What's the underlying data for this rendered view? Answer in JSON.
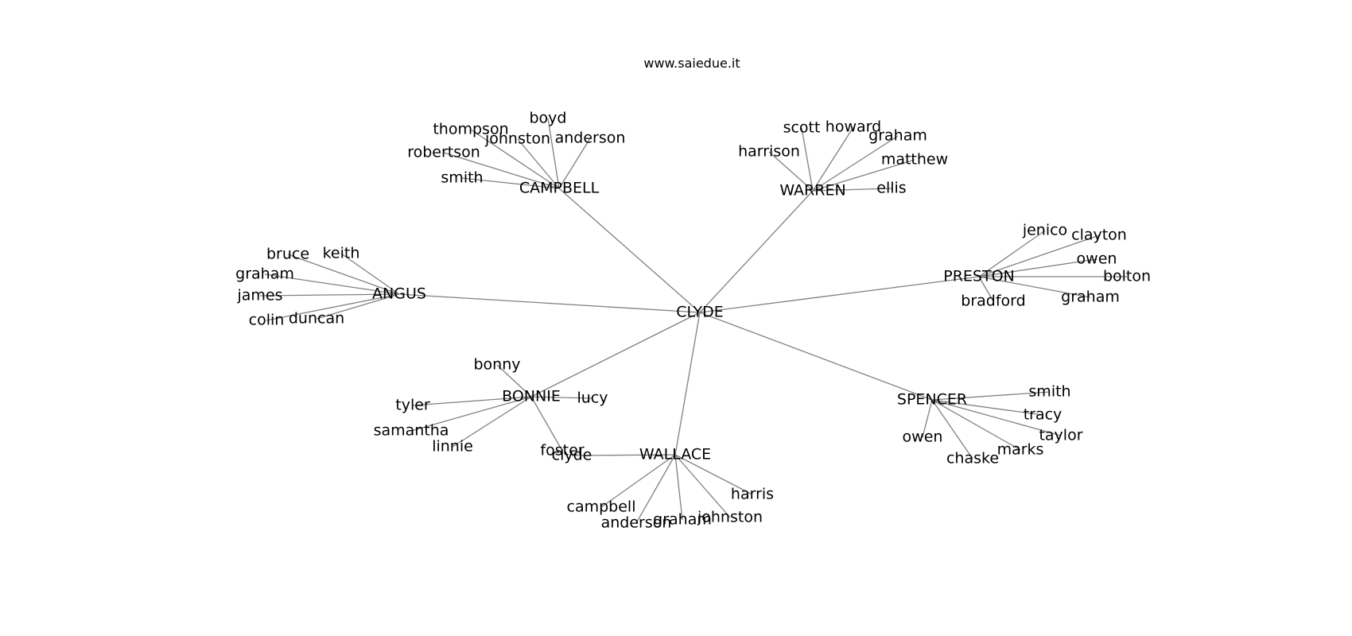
{
  "title": "www.saiedue.it",
  "colors": {
    "edge": "#808080",
    "text": "#000000",
    "background": "#ffffff"
  },
  "graph": {
    "root": "CLYDE",
    "groups": [
      {
        "hub": "CAMPBELL",
        "members": [
          "smith",
          "robertson",
          "thompson",
          "johnston",
          "boyd",
          "anderson"
        ]
      },
      {
        "hub": "WARREN",
        "members": [
          "harrison",
          "scott",
          "howard",
          "graham",
          "matthew",
          "ellis"
        ]
      },
      {
        "hub": "ANGUS",
        "members": [
          "bruce",
          "keith",
          "graham",
          "james",
          "colin",
          "duncan"
        ]
      },
      {
        "hub": "PRESTON",
        "members": [
          "jenico",
          "clayton",
          "owen",
          "bolton",
          "graham",
          "bradford"
        ]
      },
      {
        "hub": "BONNIE",
        "members": [
          "bonny",
          "tyler",
          "samantha",
          "linnie",
          "lucy",
          "foster"
        ]
      },
      {
        "hub": "SPENCER",
        "members": [
          "smith",
          "tracy",
          "taylor",
          "marks",
          "chaske",
          "owen"
        ]
      },
      {
        "hub": "WALLACE",
        "members": [
          "clyde",
          "campbell",
          "anderson",
          "graham",
          "johnston",
          "harris"
        ]
      }
    ]
  }
}
